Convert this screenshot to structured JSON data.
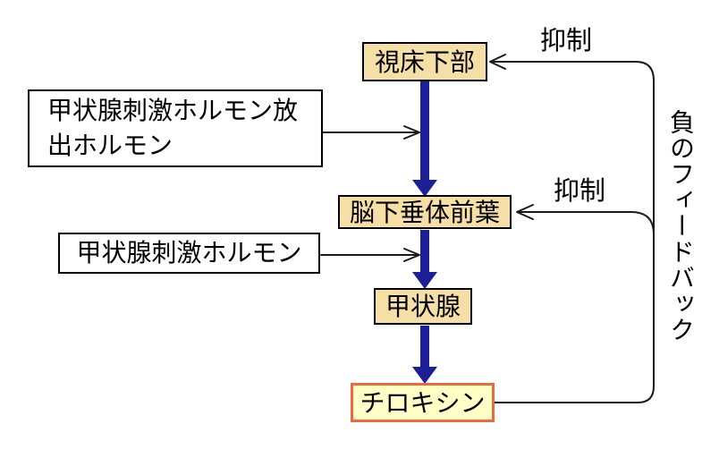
{
  "diagram": {
    "nodes": {
      "hypothalamus": {
        "label": "視床下部"
      },
      "anterior_pituitary": {
        "label": "脳下垂体前葉"
      },
      "thyroid": {
        "label": "甲状腺"
      },
      "thyroxine": {
        "label": "チロキシン"
      }
    },
    "hormone_labels": {
      "trh": {
        "label": "甲状腺刺激ホルモン放出ホルモン"
      },
      "tsh": {
        "label": "甲状腺刺激ホルモン"
      }
    },
    "annotations": {
      "inhibition_hypothalamus": {
        "label": "抑制"
      },
      "inhibition_pituitary": {
        "label": "抑制"
      },
      "negative_feedback": {
        "label": "負のフィードバック"
      }
    },
    "colors": {
      "node_fill": "#F5DFA6",
      "node_border": "#000000",
      "thyroxine_fill": "#FFFFC6",
      "thyroxine_border": "#EE6A3E",
      "flow_arrow": "#1E1E96",
      "feedback_line": "#1A1A1A",
      "background": "#FFFFFF"
    }
  }
}
